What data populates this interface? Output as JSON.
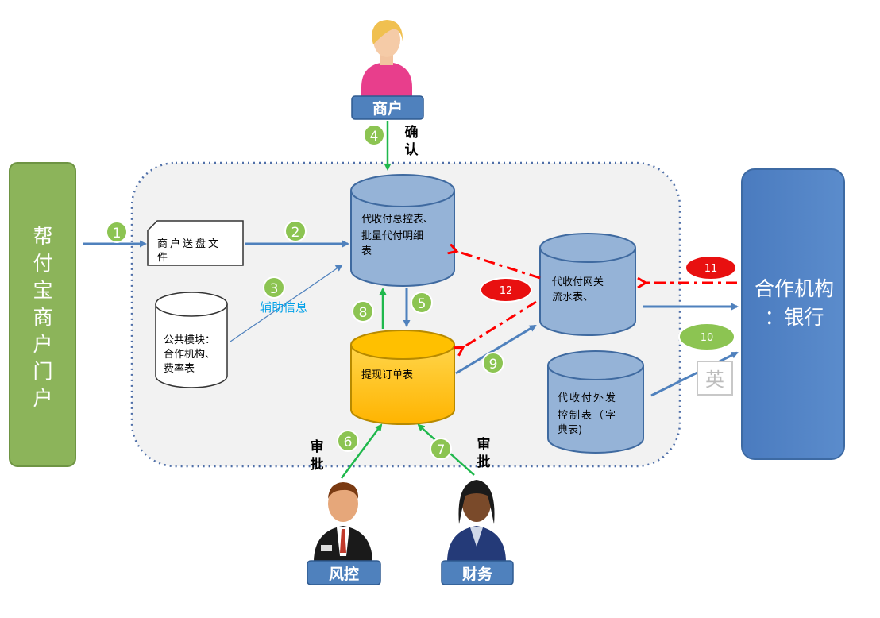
{
  "colors": {
    "portal_fill": "#8cb45a",
    "bank_fill": "#4f81bd",
    "db_blue": "#95b3d7",
    "db_orange": "#ffc000",
    "arrow_blue": "#4f81bd",
    "arrow_green": "#1fb84c",
    "arrow_red": "#ff0000",
    "badge_green": "#8cc452",
    "badge_red": "#e81010",
    "aux_text": "#00a0e8"
  },
  "actors": {
    "merchant": {
      "label": "商户",
      "icon": "merchant-person-icon"
    },
    "risk": {
      "label": "风控",
      "icon": "risk-officer-person-icon"
    },
    "finance": {
      "label": "财务",
      "icon": "finance-person-icon"
    }
  },
  "portal": {
    "label": "帮付宝商户门户"
  },
  "bank": {
    "label": "合作机构：银行"
  },
  "file": {
    "label": "商户送盘文件"
  },
  "tables": {
    "common": "公共模块：合作机构、费率表",
    "master": "代收付总控表、批量代付明细表",
    "withdraw": "提现订单表",
    "gateway": "代收付网关流水表、",
    "outbound": "代收付外发控制表（字典表)"
  },
  "labels": {
    "confirm": "确认",
    "approve_risk": "审批",
    "approve_finance": "审批",
    "aux_info": "辅助信息",
    "ying": "英"
  },
  "steps": [
    "1",
    "2",
    "3",
    "4",
    "5",
    "6",
    "7",
    "8",
    "9",
    "10",
    "11",
    "12"
  ]
}
